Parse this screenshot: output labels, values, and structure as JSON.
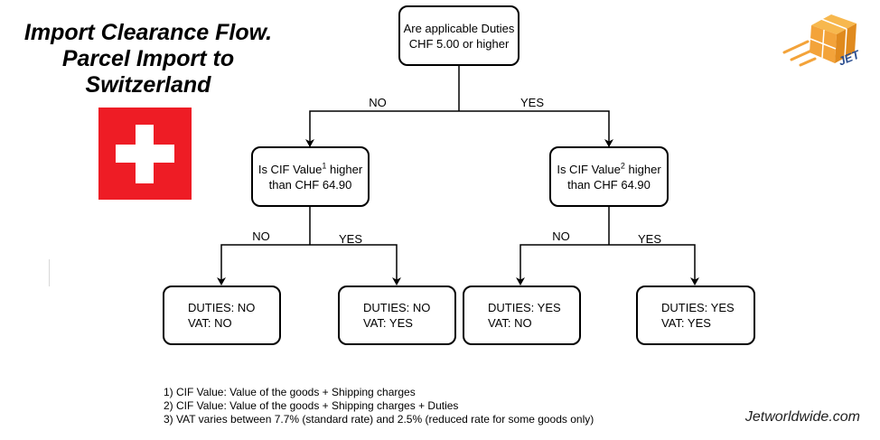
{
  "header": {
    "title_lines": [
      "Import Clearance Flow.",
      "Parcel Import to",
      "Switzerland"
    ]
  },
  "flag": {
    "icon": "swiss-flag-icon",
    "color_red": "#ee1c25",
    "color_white": "#ffffff"
  },
  "logo": {
    "icon": "jet-box-logo-icon",
    "text": "JET",
    "color_orange": "#f3a33a",
    "color_text": "#2a4d8f"
  },
  "flow": {
    "root": {
      "line1": "Are applicable Duties",
      "line2": "CHF 5.00 or higher"
    },
    "root_no_label": "NO",
    "root_yes_label": "YES",
    "decision_left": {
      "pre": "Is CIF Value",
      "sup": "1",
      "post": " higher",
      "line2": "than CHF 64.90"
    },
    "decision_right": {
      "pre": "Is CIF Value",
      "sup": "2",
      "post": " higher",
      "line2": "than CHF 64.90"
    },
    "left_no_label": "NO",
    "left_yes_label": "YES",
    "right_no_label": "NO",
    "right_yes_label": "YES",
    "outcomes": [
      {
        "duties": "DUTIES: NO",
        "vat": "VAT: NO"
      },
      {
        "duties": "DUTIES: NO",
        "vat": "VAT: YES"
      },
      {
        "duties": "DUTIES: YES",
        "vat": "VAT: NO"
      },
      {
        "duties": "DUTIES: YES",
        "vat": "VAT: YES"
      }
    ]
  },
  "footnotes": [
    "1) CIF Value: Value of the goods + Shipping charges",
    "2) CIF Value: Value of the goods + Shipping charges + Duties",
    "3) VAT varies between 7.7% (standard rate) and 2.5% (reduced rate for some goods only)"
  ],
  "website": "Jetworldwide.com"
}
